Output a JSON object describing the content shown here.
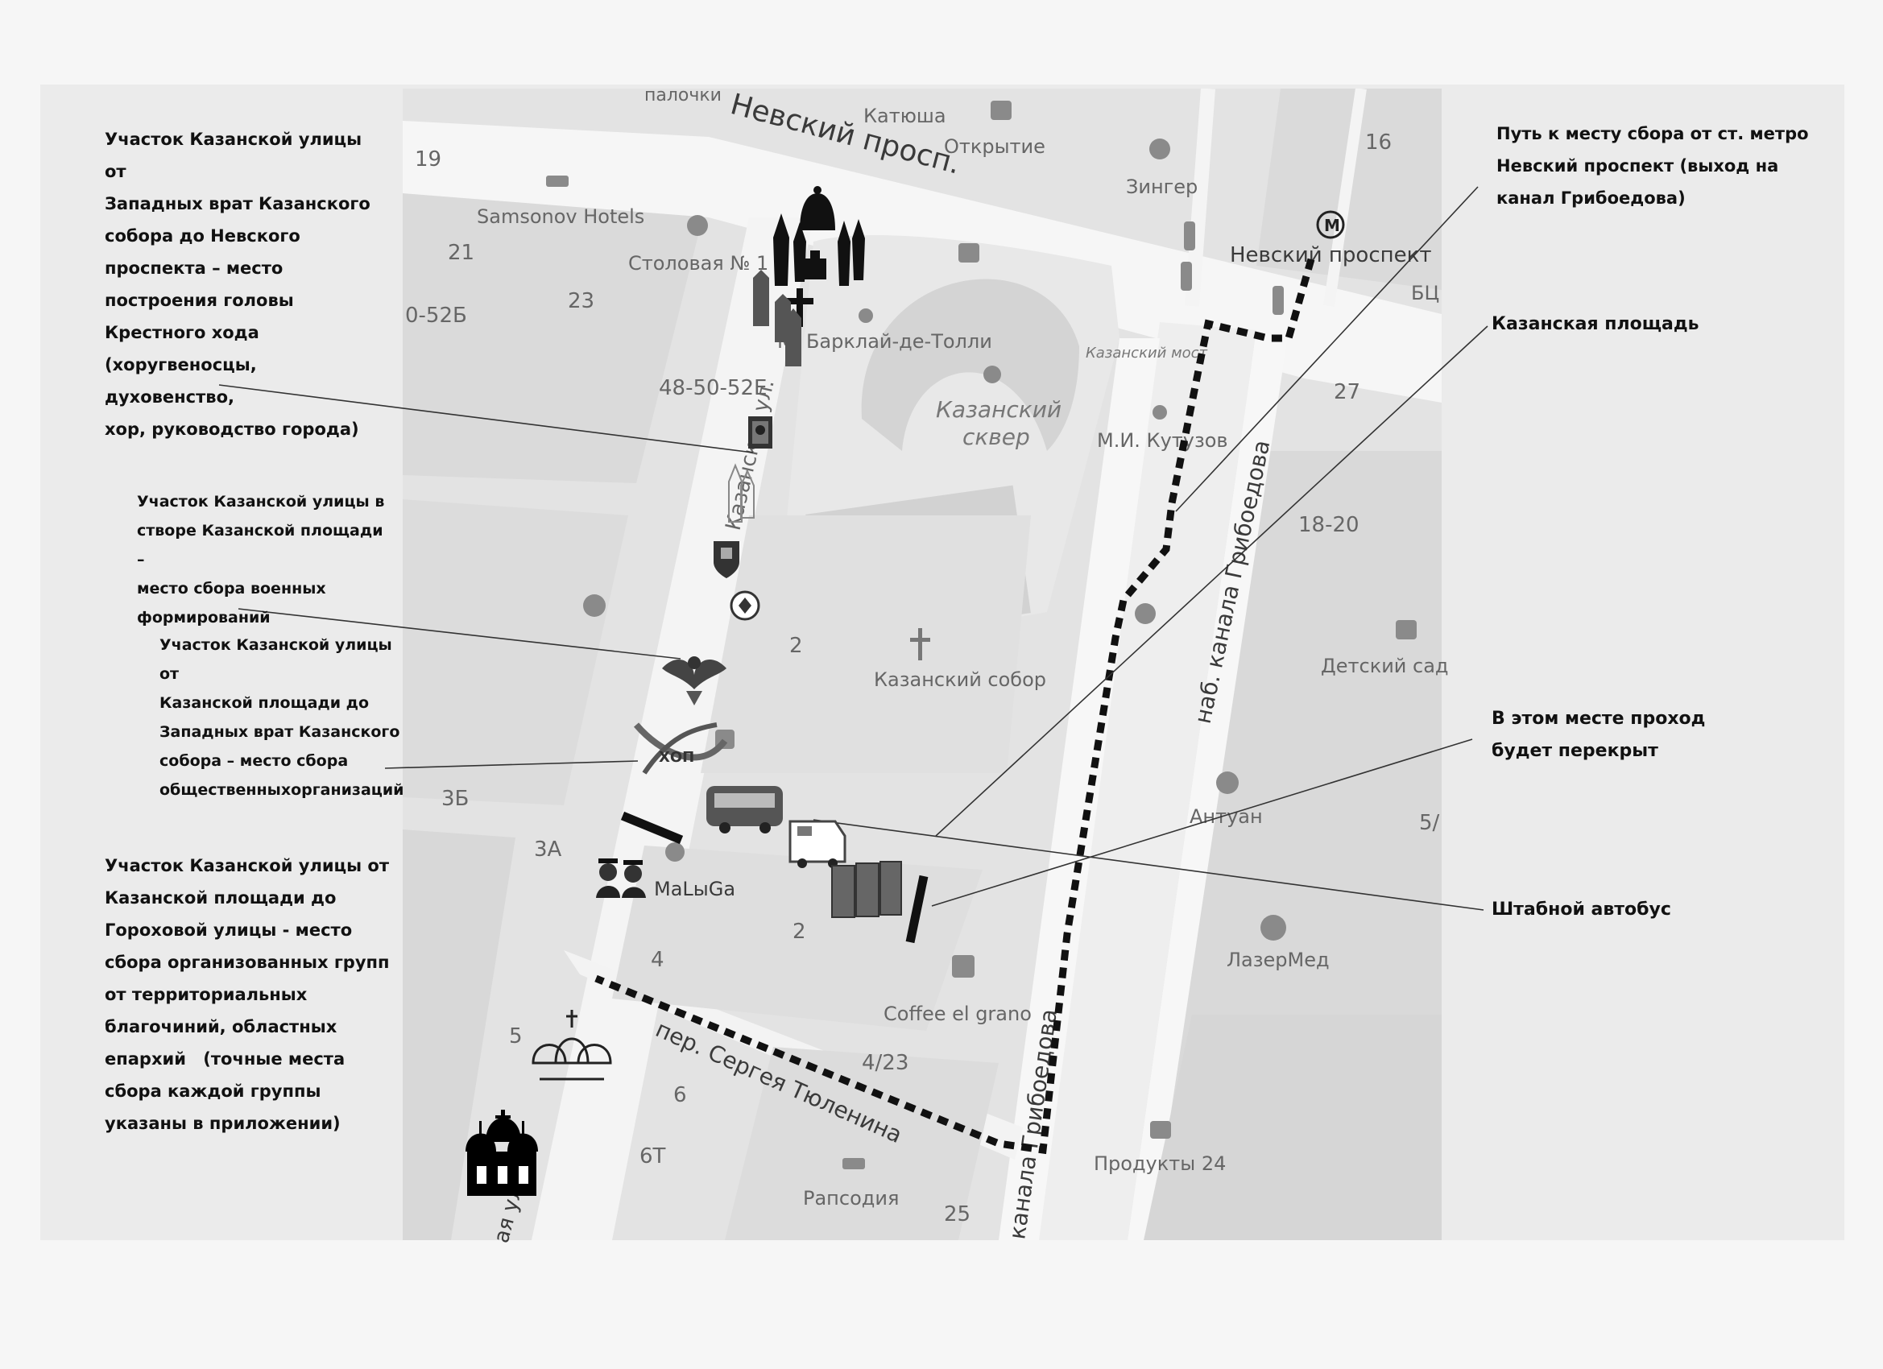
{
  "map_labels": {
    "nevsky": "Невский просп.",
    "palochki": "палочки",
    "katyusha": "Катюша",
    "otkrytie": "Открытие",
    "zinger": "Зингер",
    "samsonov": "Samsonov Hotels",
    "stolovaya": "Столовая № 1",
    "nevsky_metro": "Невский проспект",
    "bc": "БЦ",
    "barclay": "М. Барклай-де-Толли",
    "kazansky_most": "Казанский мост",
    "kazansky_skver_1": "Казанский",
    "kazansky_skver_2": "сквер",
    "kutuzov": "М.И. Кутузов",
    "kazanskaya_ul": "Казанская ул.",
    "kazansky_sobor": "Казанский собор",
    "detsky_sad": "Детский сад",
    "antuan": "Антуан",
    "lazermed": "ЛазерМед",
    "coffee": "Coffee el grano",
    "tyulenina": "пер. Сергея Тюленина",
    "griboedova_naberezhnaya": "наб. канала Грибоедова",
    "griboedova_bottom": "канала Грибоедова",
    "produkty": "Продукты 24",
    "rapsodiya": "Рапсодия",
    "malyga": "МаLыGа",
    "gorokhovaya": "ая ул",
    "n19": "19",
    "n21": "21",
    "n23": "23",
    "n052b": "0-52Б",
    "n4850": "48-50-52Е",
    "n16": "16",
    "n27": "27",
    "n1820": "18-20",
    "n2": "2",
    "n2b": "2",
    "n3b": "3Б",
    "n3a": "3А",
    "n4": "4",
    "n5": "5",
    "n423": "4/23",
    "n6": "6",
    "n6t": "6Т",
    "n25": "25",
    "n5slash": "5/"
  },
  "annotations": {
    "head": "Участок Казанской улицы от\nЗападных врат Казанского\nсобора до Невского\nпроспекта – место\nпостроения головы\nКрестного хода\n(хоругвеносцы, духовенство,\nхор, руководство города)",
    "military": "Участок Казанской улицы в\nстворе Казанской площади –\nместо сбора военных\nформирований",
    "public": "Участок Казанской улицы от\nКазанской площади до\nЗападных врат Казанского\nсобора – место сбора\nобщественныхорганизаций",
    "groups_1": "Участок Казанской улицы от\nКазанской площади до\nГороховой улицы - место\nсбора организованных групп\nот территориальных\nблагочиний, областных\nепархий ",
    "groups_2": "(точные места",
    "groups_3": "сбора каждой группы\nуказаны в приложении)",
    "path": "Путь к месту сбора от ст. метро\nНевский проспект (выход на\nканал Грибоедова)",
    "square": "Казанская площадь",
    "blocked": "В этом месте проход\nбудет перекрыт",
    "bus": "Штабной автобус"
  },
  "colors": {
    "paper": "#f6f6f6",
    "map_bg": "#e4e4e4",
    "road": "#f8f8f8",
    "block": "#d6d6d6",
    "label": "#666666",
    "route": "#111111"
  },
  "icons": [
    "bell-icon",
    "priest-icon",
    "cross-icon",
    "icon-image",
    "coat-of-arms-icon",
    "eagle-emblem-icon",
    "organization-logo-icon",
    "bus-icon",
    "ambulance-icon",
    "toilet-cabins-icon",
    "students-icon",
    "church-domes-icon",
    "cathedral-icon",
    "metro-icon",
    "cafe-icon",
    "hotel-icon",
    "shop-icon"
  ]
}
